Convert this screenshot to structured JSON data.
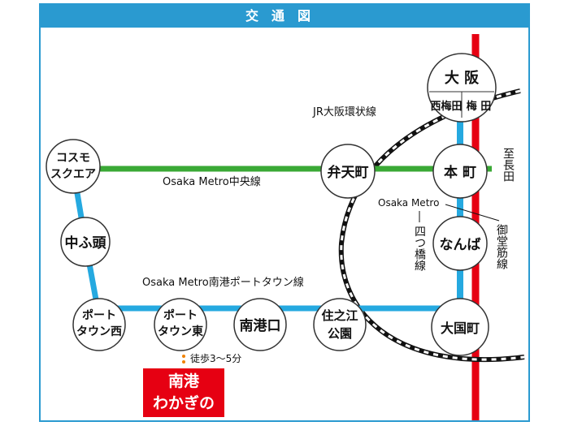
{
  "header": {
    "title": "交通図"
  },
  "colors": {
    "chuo": "#3aa935",
    "nanko": "#25a9e0",
    "midosuji": "#e60012",
    "yotsubashi": "#25a9e0",
    "frame": "#2a9ad0",
    "loop": "#111111",
    "destination_bg": "#e60012",
    "walk_dot": "#f08200"
  },
  "lines": {
    "chuo": "Osaka Metro中央線",
    "nanko": "Osaka Metro南港ポートタウン線",
    "loop": "JR大阪環状線",
    "yotsubashi_prefix": "Osaka Metro",
    "yotsubashi_name": "四つ橋線",
    "midosuji_name": "御堂筋線",
    "to_nagata": "至長田"
  },
  "stations": {
    "osaka": "大 阪",
    "nishi_umeda": "西梅田",
    "umeda": "梅 田",
    "cosmo_line1": "コスモ",
    "cosmo_line2": "スクエア",
    "bentencho": "弁天町",
    "honmachi": "本 町",
    "nakafuto": "中ふ頭",
    "namba": "なんば",
    "porttown_w_line1": "ポート",
    "porttown_w_line2": "タウン西",
    "porttown_e_line1": "ポート",
    "porttown_e_line2": "タウン東",
    "nankoguchi": "南港口",
    "suminoe_line1": "住之江",
    "suminoe_line2": "公園",
    "daikokucho": "大国町"
  },
  "walk": {
    "text": "徒歩3〜5分"
  },
  "destination": {
    "line1": "南港",
    "line2": "わかぎの"
  }
}
